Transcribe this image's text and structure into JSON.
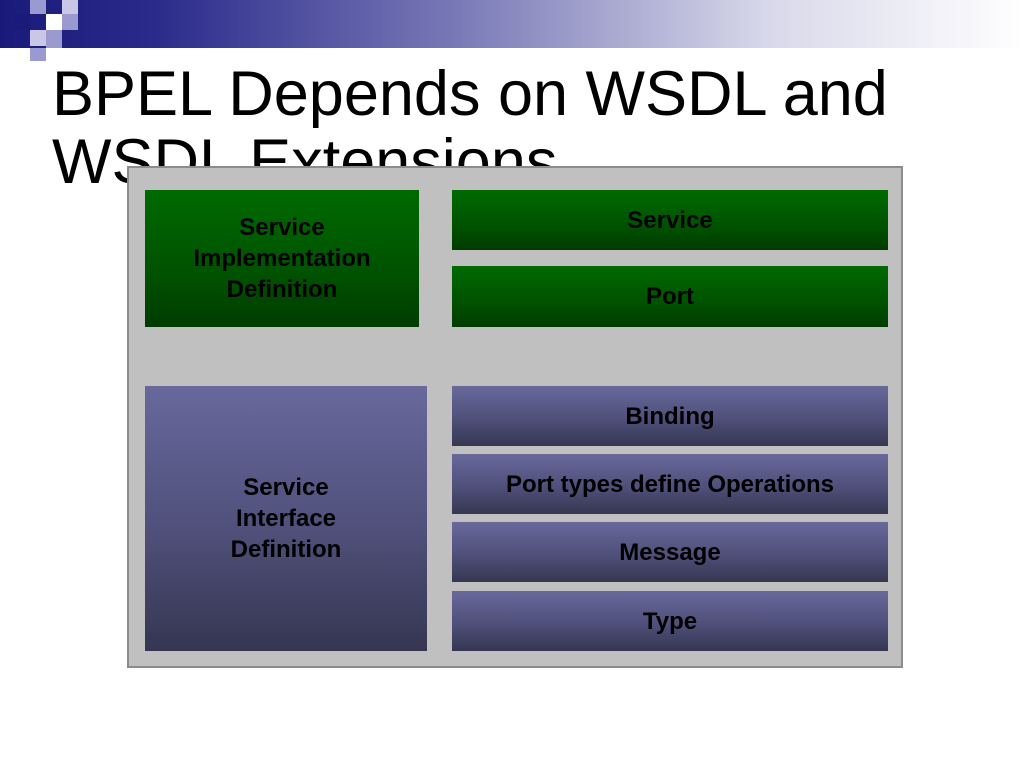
{
  "slide": {
    "title": "BPEL Depends on WSDL and WSDL Extensions"
  },
  "diagram": {
    "service_impl_def": "Service\nImplementation\nDefinition",
    "service": "Service",
    "port": "Port",
    "service_interface_def": "Service\nInterface\nDefinition",
    "binding": "Binding",
    "port_types": "Port types define Operations",
    "message": "Message",
    "type": "Type"
  },
  "colors": {
    "green": "#006a00",
    "blue": "#5c5c8c",
    "panel": "#c0c0c0",
    "header": "#1a1a7a"
  }
}
